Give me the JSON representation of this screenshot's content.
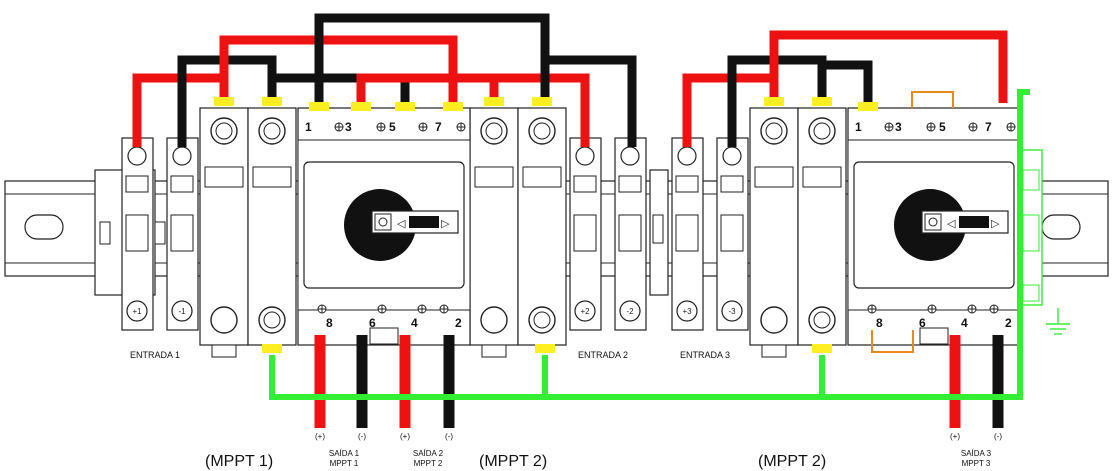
{
  "colors": {
    "positive_wire": "#ee1111",
    "negative_wire": "#111111",
    "ground_wire": "#33ee33",
    "terminal_highlight": "#ffee22",
    "aux_orange": "#e88a1e",
    "outline": "#222222",
    "body_fill": "#ffffff",
    "rail_fill": "#ffffff"
  },
  "inputs": [
    {
      "terminals": [
        "+1",
        "-1"
      ],
      "label": "ENTRADA 1"
    },
    {
      "terminals": [
        "+2",
        "-2"
      ],
      "label": "ENTRADA 2"
    },
    {
      "terminals": [
        "+3",
        "-3"
      ],
      "label": "ENTRADA 3"
    }
  ],
  "switches": [
    {
      "top_terminals": [
        "1",
        "3",
        "5",
        "7"
      ],
      "bottom_terminals": [
        "8",
        "6",
        "4",
        "2"
      ]
    },
    {
      "top_terminals": [
        "1",
        "3",
        "5",
        "7"
      ],
      "bottom_terminals": [
        "8",
        "6",
        "4",
        "2"
      ]
    }
  ],
  "output_polarity": {
    "positive": "(+)",
    "negative": "(-)"
  },
  "outputs": [
    {
      "line1": "SAÍDA 1",
      "line2": "MPPT 1"
    },
    {
      "line1": "SAÍDA 2",
      "line2": "MPPT 2"
    },
    {
      "line1": "SAÍDA 3",
      "line2": "MPPT 3"
    }
  ],
  "group_labels": [
    "(MPPT 1)",
    "(MPPT 2)",
    "(MPPT 2)"
  ]
}
